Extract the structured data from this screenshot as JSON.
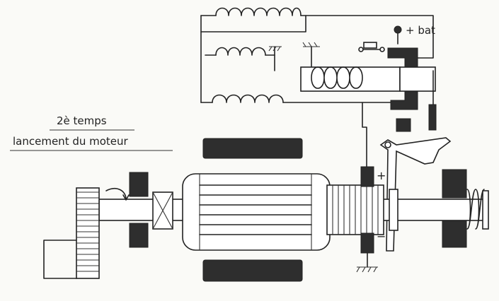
{
  "title": {
    "line1": "2è temps",
    "line2": "lancement du moteur"
  },
  "labels": {
    "battery": "+ bat",
    "plus_sign": "+",
    "minus_sign": "−"
  },
  "colors": {
    "ink": "#222222",
    "dark_fill": "#2e2e2e",
    "paper": "#fafaf7"
  }
}
